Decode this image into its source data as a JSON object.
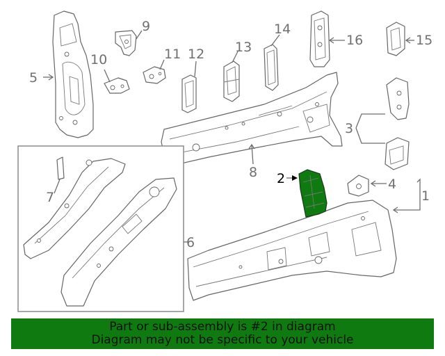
{
  "callouts": {
    "c1": "1",
    "c2": "2",
    "c3": "3",
    "c4": "4",
    "c5": "5",
    "c6": "6",
    "c7": "7",
    "c8": "8",
    "c9": "9",
    "c10": "10",
    "c11": "11",
    "c12": "12",
    "c13": "13",
    "c14": "14",
    "c15": "15",
    "c16": "16"
  },
  "colors": {
    "highlight_part": "#0f7a0f",
    "footer_background": "#0f7a0f",
    "footer_text": "#111111",
    "outline": "#666666"
  },
  "footer": {
    "line1": "Part or sub-assembly is #2 in diagram",
    "line2": "Diagram may not be specific to your vehicle"
  }
}
